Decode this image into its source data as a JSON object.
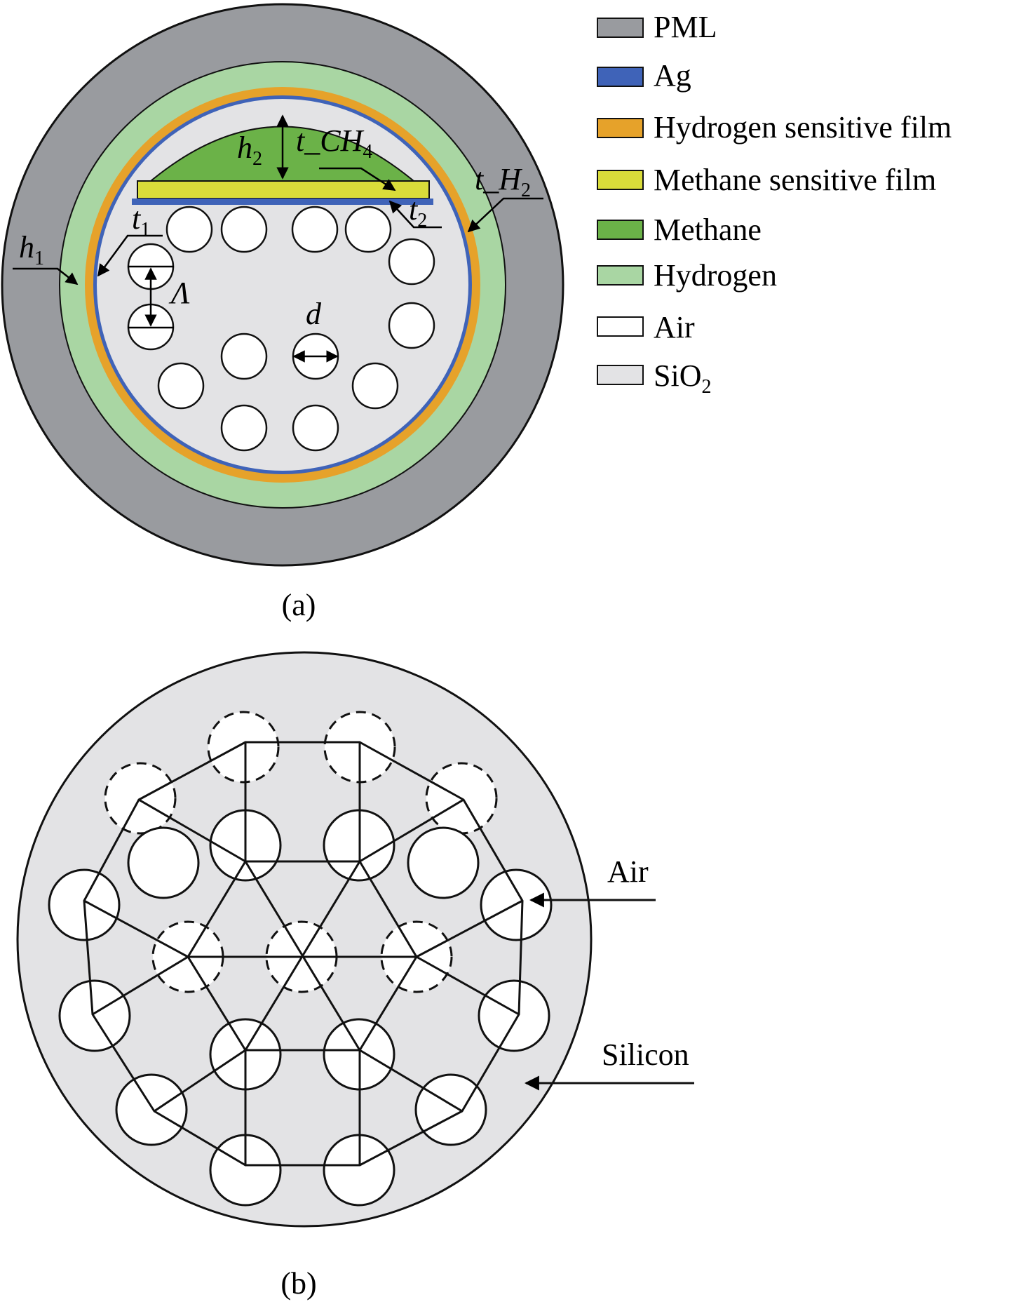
{
  "legend": {
    "items": [
      {
        "label": "PML",
        "color": "#999b9f"
      },
      {
        "label": "Ag",
        "color": "#3f63b8"
      },
      {
        "label": "Hydrogen sensitive film",
        "color": "#e6a22a"
      },
      {
        "label": "Methane sensitive film",
        "color": "#d9dc3a"
      },
      {
        "label": "Methane",
        "color": "#6bb248"
      },
      {
        "label": "Hydrogen",
        "color": "#a9d6a3"
      },
      {
        "label": "Air",
        "color": "#ffffff"
      },
      {
        "label": "SiO",
        "sub": "2",
        "color": "#e3e3e5"
      }
    ]
  },
  "panel_a": {
    "caption": "(a)",
    "labels": {
      "h1": {
        "main": "h",
        "sub": "1"
      },
      "h2": {
        "main": "h",
        "sub": "2"
      },
      "t1": {
        "main": "t",
        "sub": "1"
      },
      "t2": {
        "main": "t",
        "sub": "2"
      },
      "t_ch4": {
        "main": "t_CH",
        "sub": "4"
      },
      "t_h2": {
        "main": "t_H",
        "sub": "2"
      },
      "lambda": "Λ",
      "d": "d"
    }
  },
  "panel_b": {
    "caption": "(b)",
    "air_label": "Air",
    "silicon_label": "Silicon",
    "background_color": "#e3e3e5"
  }
}
